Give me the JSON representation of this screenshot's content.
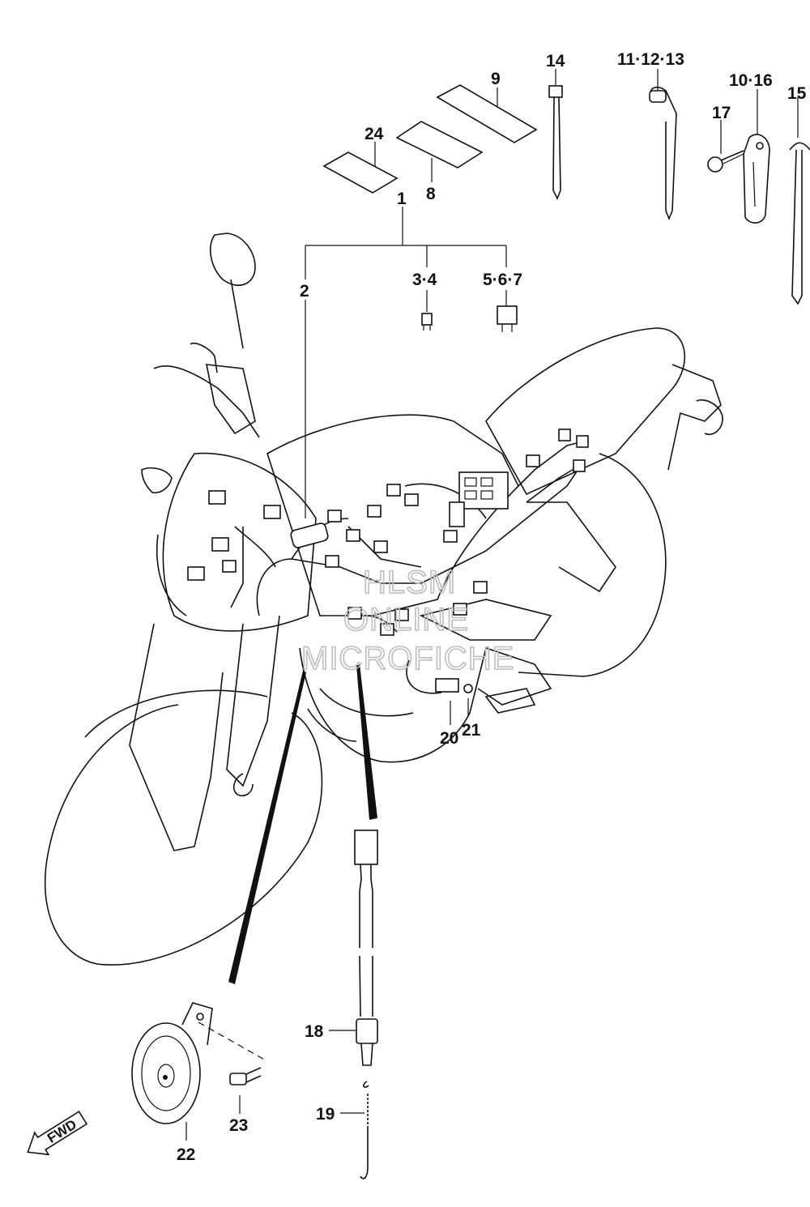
{
  "callouts": {
    "p1": "1",
    "p2": "2",
    "p3_4": "3·4",
    "p5_6_7": "5·6·7",
    "p8": "8",
    "p9": "9",
    "p10_16": "10·16",
    "p11_12_13": "11·12·13",
    "p14": "14",
    "p15": "15",
    "p17": "17",
    "p18": "18",
    "p19": "19",
    "p20": "20",
    "p21": "21",
    "p22": "22",
    "p23": "23",
    "p24": "24"
  },
  "watermark": {
    "line1": "HLSM",
    "line2": "ONLINE",
    "line3": "MICROFICHE"
  },
  "direction": {
    "arrow_label": "FWD"
  }
}
